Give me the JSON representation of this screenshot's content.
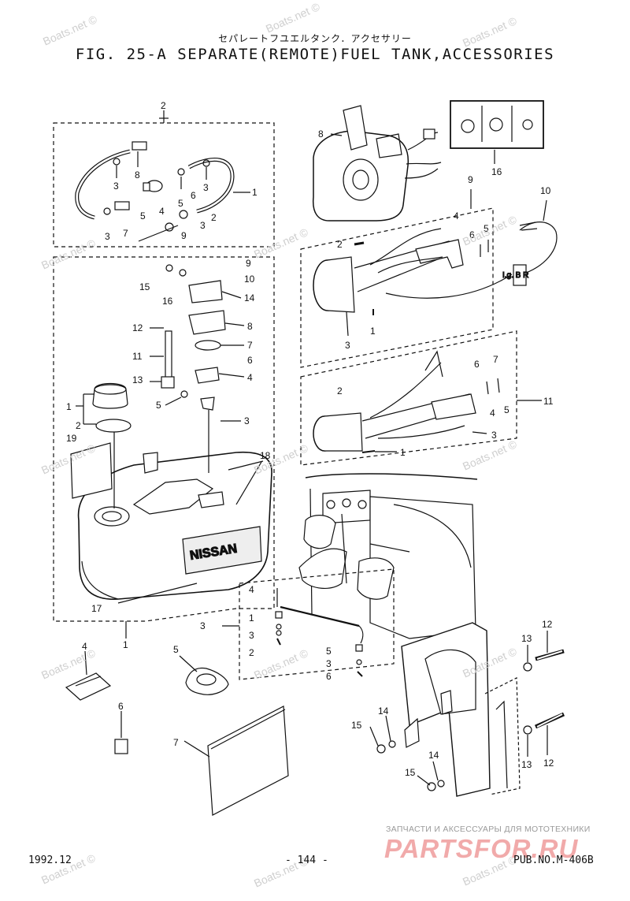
{
  "header": {
    "jp_title": "セパレートフユエルタンク．アクセサリー",
    "title": "FIG. 25-A SEPARATE(REMOTE)FUEL TANK,ACCESSORIES"
  },
  "footer": {
    "date": "1992.12",
    "page": "- 144 -",
    "pub": "PUB.NO.M-406B"
  },
  "watermark": {
    "text": "Boats.net ©"
  },
  "branding": {
    "subtitle": "ЗАПЧАСТИ И АКСЕССУАРЫ ДЛЯ МОТОТЕХНИКИ",
    "logo": "PARTSFOR.RU"
  },
  "labels": {
    "tank": "NISSAN",
    "ign_markings": "I.g. B R",
    "panel_brand": "NISSAN"
  },
  "callouts": [
    {
      "id": "c-top-2",
      "text": "2"
    },
    {
      "id": "c-line-8",
      "text": "8"
    },
    {
      "id": "c-line-3a",
      "text": "3"
    },
    {
      "id": "c-line-3b",
      "text": "3"
    },
    {
      "id": "c-line-7",
      "text": "7"
    },
    {
      "id": "c-line-5a",
      "text": "5"
    },
    {
      "id": "c-line-4",
      "text": "4"
    },
    {
      "id": "c-line-5b",
      "text": "5"
    },
    {
      "id": "c-line-6",
      "text": "6"
    },
    {
      "id": "c-line-3c",
      "text": "3"
    },
    {
      "id": "c-line-1",
      "text": "1"
    },
    {
      "id": "c-line-2",
      "text": "2"
    },
    {
      "id": "c-line-3d",
      "text": "3"
    },
    {
      "id": "c-line-9",
      "text": "9"
    },
    {
      "id": "c-tank-15",
      "text": "15"
    },
    {
      "id": "c-tank-16",
      "text": "16"
    },
    {
      "id": "c-tank-9",
      "text": "9"
    },
    {
      "id": "c-tank-10",
      "text": "10"
    },
    {
      "id": "c-tank-14",
      "text": "14"
    },
    {
      "id": "c-tank-12",
      "text": "12"
    },
    {
      "id": "c-tank-8",
      "text": "8"
    },
    {
      "id": "c-tank-7",
      "text": "7"
    },
    {
      "id": "c-tank-11",
      "text": "11"
    },
    {
      "id": "c-tank-6",
      "text": "6"
    },
    {
      "id": "c-tank-13",
      "text": "13"
    },
    {
      "id": "c-tank-4",
      "text": "4"
    },
    {
      "id": "c-tank-5",
      "text": "5"
    },
    {
      "id": "c-tank-1",
      "text": "1"
    },
    {
      "id": "c-tank-2",
      "text": "2"
    },
    {
      "id": "c-tank-3",
      "text": "3"
    },
    {
      "id": "c-tank-19",
      "text": "19"
    },
    {
      "id": "c-tank-18",
      "text": "18"
    },
    {
      "id": "c-tank-17",
      "text": "17"
    },
    {
      "id": "c-tank-1b",
      "text": "1"
    },
    {
      "id": "c-rc-8",
      "text": "8"
    },
    {
      "id": "c-rc-16",
      "text": "16"
    },
    {
      "id": "c-rc-9",
      "text": "9"
    },
    {
      "id": "c-rc-10",
      "text": "10"
    },
    {
      "id": "c-rc-4",
      "text": "4"
    },
    {
      "id": "c-rc-2",
      "text": "2"
    },
    {
      "id": "c-rc-6",
      "text": "6"
    },
    {
      "id": "c-rc-5",
      "text": "5"
    },
    {
      "id": "c-rc-3",
      "text": "3"
    },
    {
      "id": "c-rc-1",
      "text": "1"
    },
    {
      "id": "c-ga-7",
      "text": "7"
    },
    {
      "id": "c-ga-6",
      "text": "6"
    },
    {
      "id": "c-ga-2",
      "text": "2"
    },
    {
      "id": "c-ga-4",
      "text": "4"
    },
    {
      "id": "c-ga-5",
      "text": "5"
    },
    {
      "id": "c-ga-11",
      "text": "11"
    },
    {
      "id": "c-ga-3",
      "text": "3"
    },
    {
      "id": "c-ga-1",
      "text": "1"
    },
    {
      "id": "c-lk-4",
      "text": "4"
    },
    {
      "id": "c-lk-3",
      "text": "3"
    },
    {
      "id": "c-lk-1",
      "text": "1"
    },
    {
      "id": "c-lk-3b",
      "text": "3"
    },
    {
      "id": "c-lk-2",
      "text": "2"
    },
    {
      "id": "c-lk-5",
      "text": "5"
    },
    {
      "id": "c-lk-3c",
      "text": "3"
    },
    {
      "id": "c-lk-6",
      "text": "6"
    },
    {
      "id": "c-ac-4",
      "text": "4"
    },
    {
      "id": "c-ac-5",
      "text": "5"
    },
    {
      "id": "c-ac-6",
      "text": "6"
    },
    {
      "id": "c-ac-7",
      "text": "7"
    },
    {
      "id": "c-br-13",
      "text": "13"
    },
    {
      "id": "c-br-12",
      "text": "12"
    },
    {
      "id": "c-br-14",
      "text": "14"
    },
    {
      "id": "c-br-15",
      "text": "15"
    },
    {
      "id": "c-br-13b",
      "text": "13"
    },
    {
      "id": "c-br-12b",
      "text": "12"
    },
    {
      "id": "c-br-15b",
      "text": "15"
    },
    {
      "id": "c-br-14b",
      "text": "14"
    }
  ]
}
